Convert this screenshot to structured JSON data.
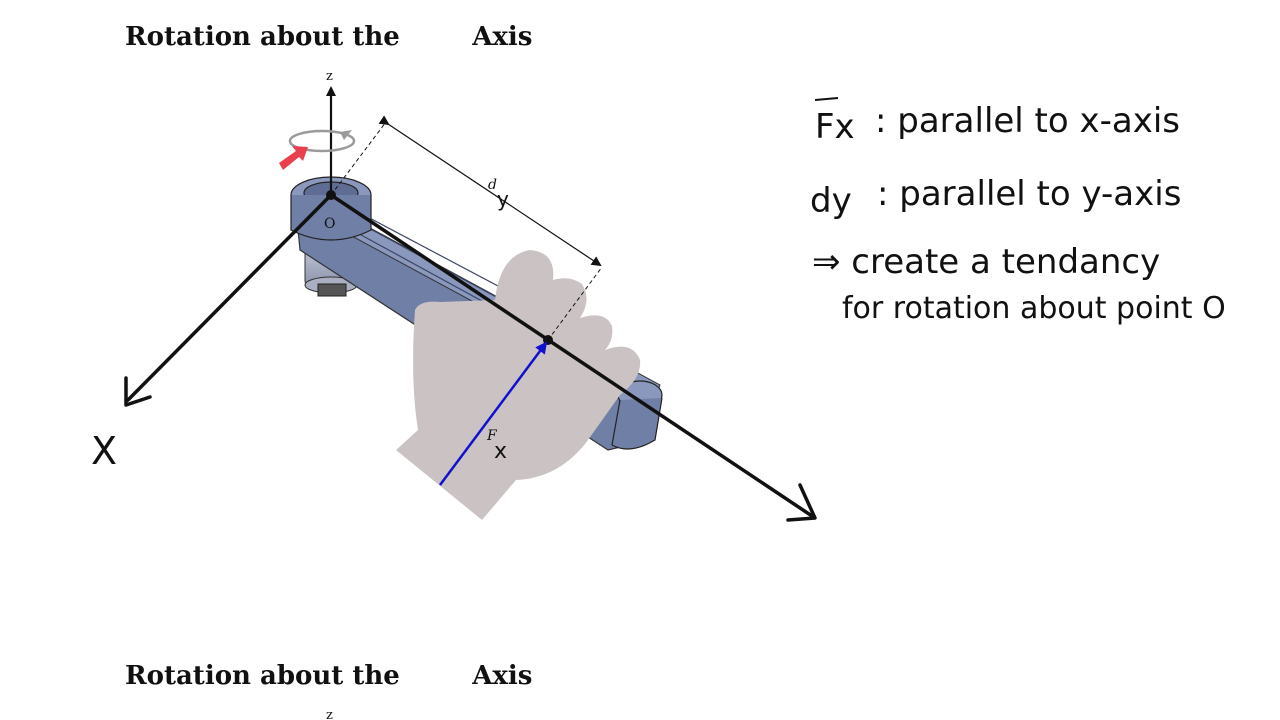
{
  "slide": {
    "title_top": "Rotation about the        Axis",
    "title_bottom": "Rotation about the        Axis"
  },
  "diagram": {
    "axis_z_label": "z",
    "axis_z_label_bottom": "z",
    "origin_label": "O",
    "distance_label": "d",
    "distance_label_subscript": "y",
    "force_label": "F",
    "force_label_subscript": "x",
    "x_axis_handwritten": "X"
  },
  "notes": {
    "line1_symbol": "Fx",
    "line1_text": ": parallel to x-axis",
    "line2_symbol": "dy",
    "line2_text": ": parallel to y-axis",
    "line3_text": "⇒ create a tendancy",
    "line4_text": "for rotation about point O"
  }
}
